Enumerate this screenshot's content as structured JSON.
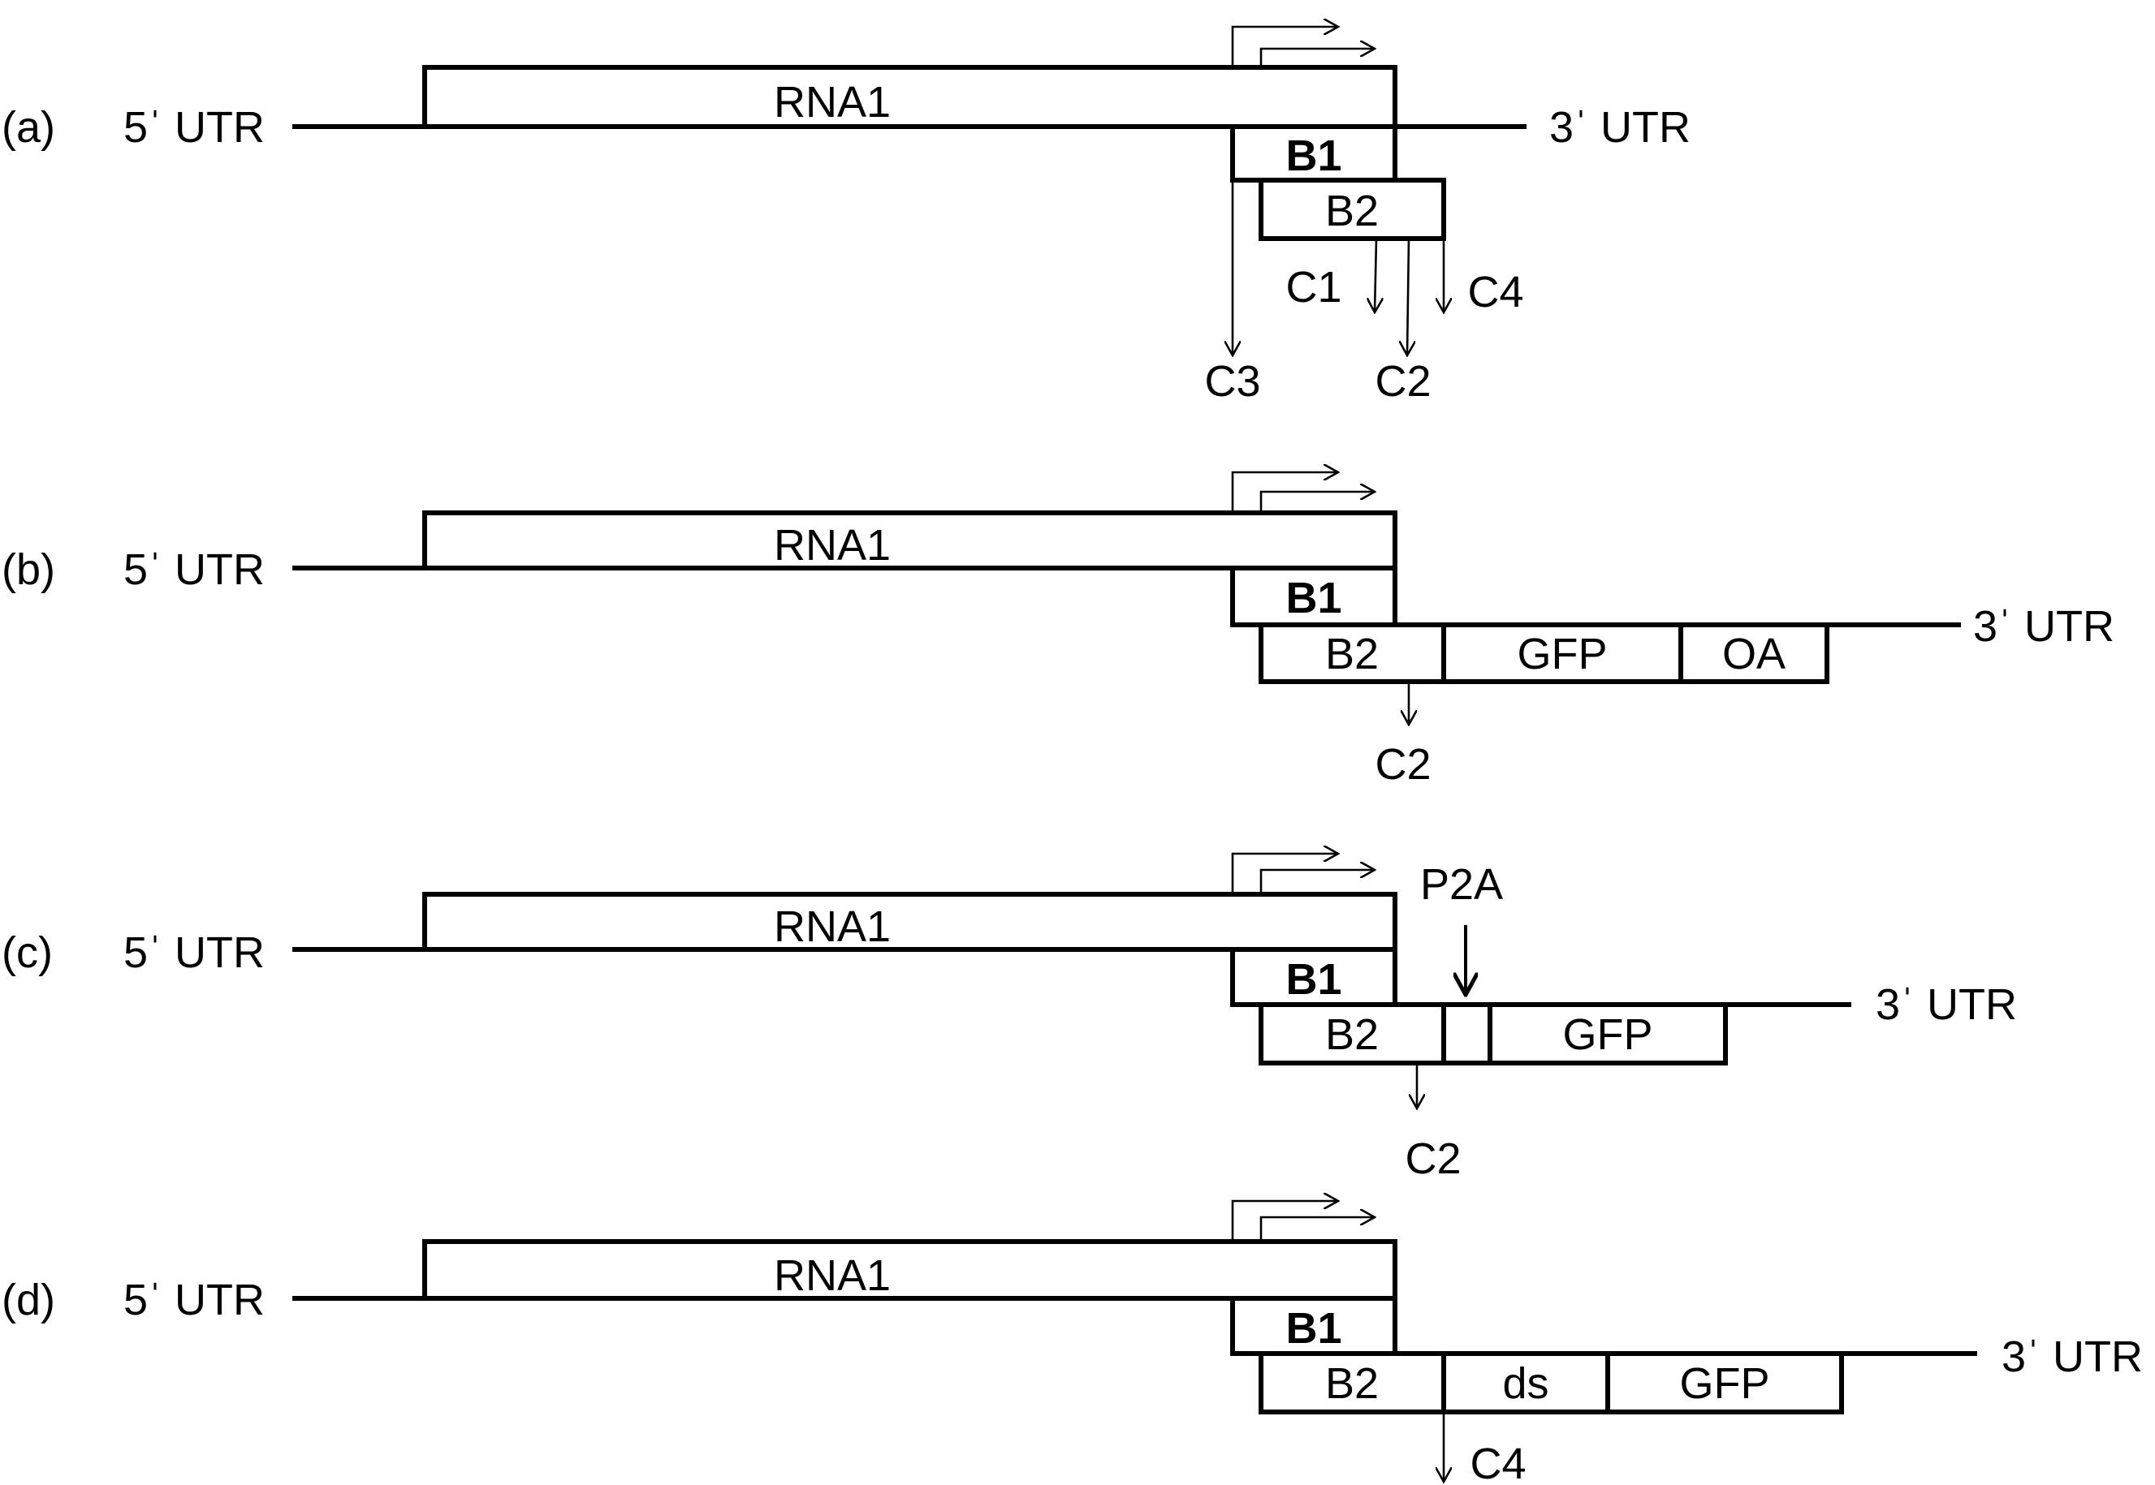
{
  "panels": [
    {
      "panel_label": "(a)",
      "five_prime": "5ˈ UTR",
      "three_prime": "3ˈ UTR",
      "rna1": "RNA1",
      "b1": "B1",
      "boxes": [
        "B2"
      ],
      "cuts": [
        "C3",
        "C1",
        "C2",
        "C4"
      ]
    },
    {
      "panel_label": "(b)",
      "five_prime": "5ˈ UTR",
      "three_prime": "3ˈ UTR",
      "rna1": "RNA1",
      "b1": "B1",
      "boxes": [
        "B2",
        "GFP",
        "OA"
      ],
      "cuts": [
        "C2"
      ]
    },
    {
      "panel_label": "(c)",
      "five_prime": "5ˈ UTR",
      "three_prime": "3ˈ UTR",
      "rna1": "RNA1",
      "b1": "B1",
      "boxes": [
        "B2",
        "",
        "GFP"
      ],
      "marker": "P2A",
      "cuts": [
        "C2"
      ]
    },
    {
      "panel_label": "(d)",
      "five_prime": "5ˈ UTR",
      "three_prime": "3ˈ UTR",
      "rna1": "RNA1",
      "b1": "B1",
      "boxes": [
        "B2",
        "ds",
        "GFP"
      ],
      "cuts": [
        "C4"
      ]
    }
  ]
}
